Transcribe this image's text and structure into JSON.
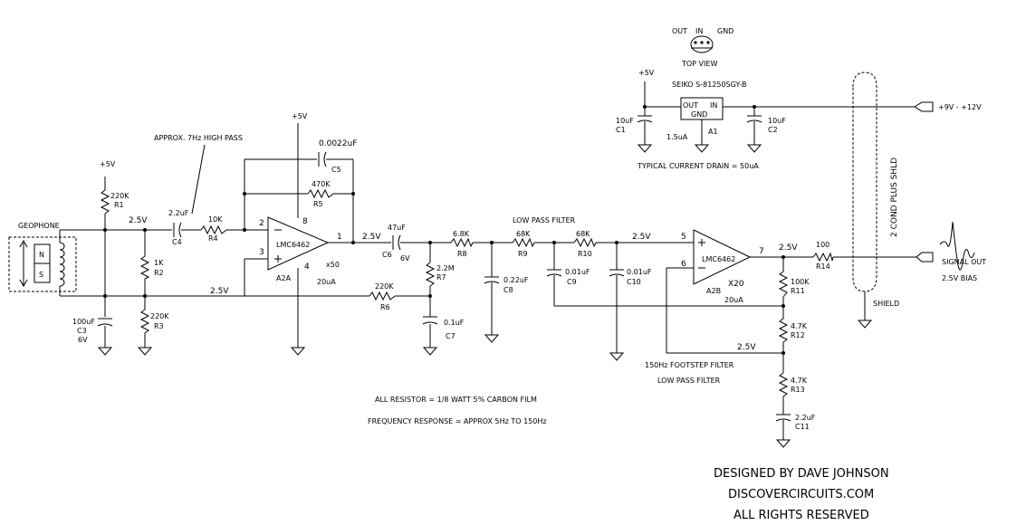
{
  "credits": {
    "line1": "DESIGNED BY DAVE JOHNSON",
    "line2": "DISCOVERCIRCUITS.COM",
    "line3": "ALL RIGHTS RESERVED"
  },
  "notes": {
    "resistors": "ALL RESISTOR = 1/8 WATT 5% CARBON FILM",
    "response": "FREQUENCY RESPONSE = APPROX 5Hz TO 150Hz",
    "high_pass": "APPROX. 7Hz HIGH PASS",
    "low_pass": "LOW PASS FILTER",
    "footstep1": "150Hz FOOTSTEP FILTER",
    "footstep2": "LOW PASS FILTER",
    "current": "TYPICAL CURRENT DRAIN = 50uA"
  },
  "regulator": {
    "part": "SEIKO S-81250SGY-B",
    "out": "OUT",
    "in": "IN",
    "gnd": "GND",
    "pin_out": "OUT",
    "pin_in": "IN",
    "pin_gnd": "GND",
    "view": "TOP VIEW",
    "ref": "A1",
    "quiescent": "1.5uA"
  },
  "supply": {
    "input": "+9V - +12V",
    "rail": "+5V",
    "cable": "2 COND PLUS SHLD",
    "shield": "SHIELD",
    "output": "SIGNAL OUT",
    "bias": "2.5V BIAS"
  },
  "geophone": {
    "label": "GEOPHONE",
    "n": "N",
    "s": "S"
  },
  "opamps": {
    "a": {
      "part": "LMC6462",
      "ref": "A2A",
      "gain": "x50",
      "current": "20uA",
      "pin_inv": "2",
      "pin_noninv": "3",
      "pin_out": "1",
      "pin_vcc": "8",
      "pin_gnd": "4"
    },
    "b": {
      "part": "LMC6462",
      "ref": "A2B",
      "gain": "X20",
      "current": "20uA",
      "pin_noninv": "5",
      "pin_inv": "6",
      "pin_out": "7"
    }
  },
  "nets": {
    "v25": "2.5V",
    "v5": "+5V"
  },
  "components": {
    "r1": {
      "ref": "R1",
      "value": "220K"
    },
    "r2": {
      "ref": "R2",
      "value": "1K"
    },
    "r3": {
      "ref": "R3",
      "value": "220K"
    },
    "r4": {
      "ref": "R4",
      "value": "10K"
    },
    "r5": {
      "ref": "R5",
      "value": "470K"
    },
    "r6": {
      "ref": "R6",
      "value": "220K"
    },
    "r7": {
      "ref": "R7",
      "value": "2.2M"
    },
    "r8": {
      "ref": "R8",
      "value": "6.8K"
    },
    "r9": {
      "ref": "R9",
      "value": "68K"
    },
    "r10": {
      "ref": "R10",
      "value": "68K"
    },
    "r11": {
      "ref": "R11",
      "value": "100K"
    },
    "r12": {
      "ref": "R12",
      "value": "4.7K"
    },
    "r13": {
      "ref": "R13",
      "value": "4.7K"
    },
    "r14": {
      "ref": "R14",
      "value": "100"
    },
    "c1": {
      "ref": "C1",
      "value": "10uF"
    },
    "c2": {
      "ref": "C2",
      "value": "10uF"
    },
    "c3": {
      "ref": "C3",
      "value": "100uF",
      "volt": "6V"
    },
    "c4": {
      "ref": "C4",
      "value": "2.2uF"
    },
    "c5": {
      "ref": "C5",
      "value": "0.0022uF"
    },
    "c6": {
      "ref": "C6",
      "value": "47uF",
      "volt": "6V"
    },
    "c7": {
      "ref": "C7",
      "value": "0.1uF"
    },
    "c8": {
      "ref": "C8",
      "value": "0.22uF"
    },
    "c9": {
      "ref": "C9",
      "value": "0.01uF"
    },
    "c10": {
      "ref": "C10",
      "value": "0.01uF"
    },
    "c11": {
      "ref": "C11",
      "value": "2.2uF"
    }
  }
}
